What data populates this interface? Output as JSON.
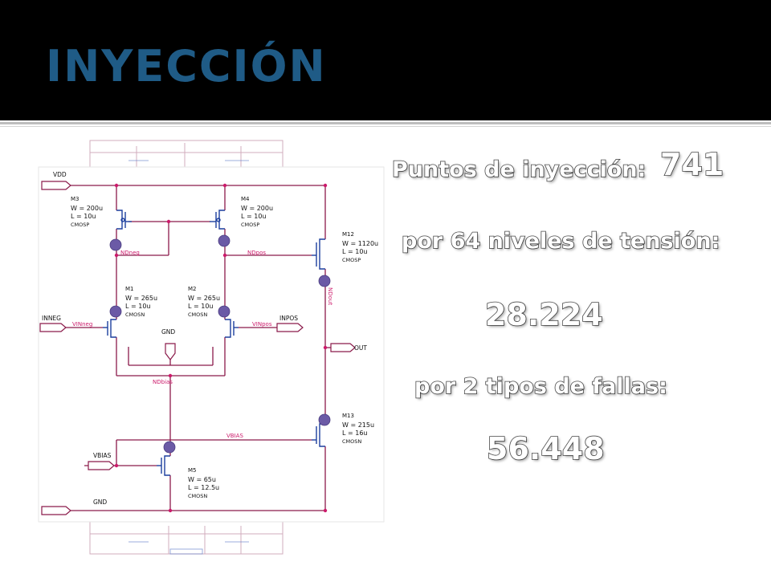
{
  "title": "INYECCIÓN",
  "stats": {
    "label1": "Puntos de inyección:",
    "value1": "741",
    "label2": "por 64 niveles de tensión:",
    "value2": "28.224",
    "label3": "por 2 tipos de fallas:",
    "value3": "56.448"
  },
  "schematic": {
    "ports": {
      "vdd": "VDD",
      "inneg": "INNEG",
      "inpos": "INPOS",
      "out": "OUT",
      "vbias": "VBIAS",
      "gnd": "GND",
      "gnd_mid": "GND"
    },
    "nets": {
      "ndneg": "NDneg",
      "ndpos": "NDpos",
      "ndout": "NDout",
      "vinneg": "VINneg",
      "vinpos": "VINpos",
      "ndbias": "NDbias",
      "vbias_net": "VBIAS"
    },
    "transistors": {
      "m3": {
        "name": "M3",
        "w": "W = 200u",
        "l": "L = 10u",
        "model": "CMOSP"
      },
      "m4": {
        "name": "M4",
        "w": "W = 200u",
        "l": "L = 10u",
        "model": "CMOSP"
      },
      "m12": {
        "name": "M12",
        "w": "W = 1120u",
        "l": "L = 10u",
        "model": "CMOSP"
      },
      "m1": {
        "name": "M1",
        "w": "W = 265u",
        "l": "L = 10u",
        "model": "CMOSN"
      },
      "m2": {
        "name": "M2",
        "w": "W = 265u",
        "l": "L = 10u",
        "model": "CMOSN"
      },
      "m13": {
        "name": "M13",
        "w": "W = 215u",
        "l": "L = 16u",
        "model": "CMOSN"
      },
      "m5": {
        "name": "M5",
        "w": "W = 65u",
        "l": "L = 12.5u",
        "model": "CMOSN"
      }
    }
  },
  "colors": {
    "title": "#1f5b86",
    "wire": "#8b1a4a",
    "device": "#1c3f9e",
    "net_label": "#cc1a6b",
    "marker": "#6b5aa6"
  }
}
